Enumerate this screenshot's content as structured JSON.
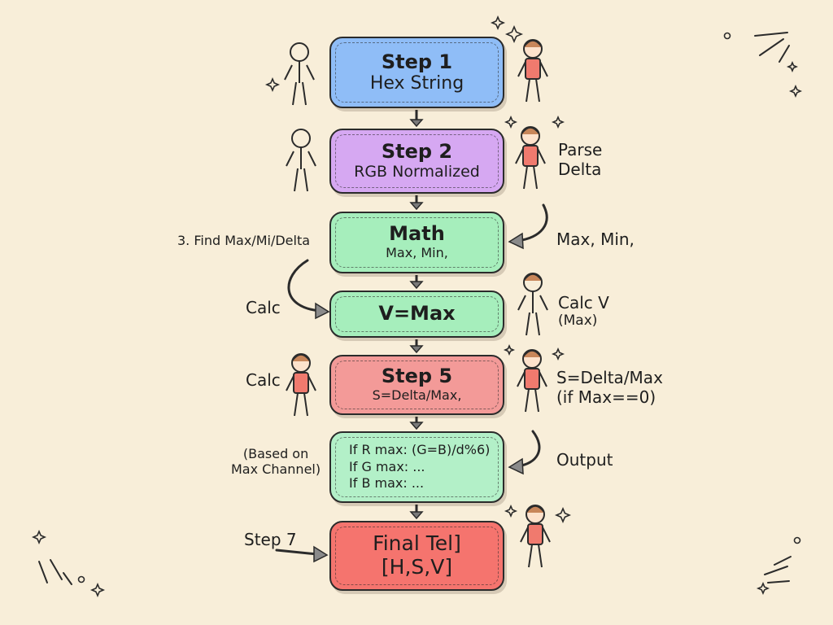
{
  "steps": [
    {
      "title": "Step 1",
      "subtitle": "Hex String",
      "color": "#8fbdf7"
    },
    {
      "title": "Step 2",
      "subtitle": "RGB Normalized",
      "color": "#d6a8f2"
    },
    {
      "title": "Math",
      "subtitle": "Max, Min,",
      "color": "#a6eebc"
    },
    {
      "title": "V=Max",
      "color": "#a6eebc"
    },
    {
      "title": "Step 5",
      "subtitle": "S=Delta/Max,",
      "color": "#f39a98"
    },
    {
      "lines": [
        "If R max: (G=B)/d%6)",
        "If G max: ...",
        "If B max: ..."
      ],
      "color": "#b3f0c8"
    },
    {
      "title": "Final Tel]",
      "subtitle": "[H,S,V]",
      "color": "#f5746e"
    }
  ],
  "annotations": {
    "parse_delta": [
      "Parse",
      "Delta"
    ],
    "find_max": "3. Find Max/Mi/Delta",
    "max_min": "Max, Min,",
    "calc_left_1": "Calc",
    "calc_v": [
      "Calc V",
      "(Max)"
    ],
    "calc_left_2": "Calc",
    "s_formula": [
      "S=Delta/Max",
      "(if Max==0)"
    ],
    "based_on": [
      "(Based on",
      "Max Channel)"
    ],
    "output": "Output",
    "step7": "Step 7"
  },
  "colors": {
    "background": "#f8eed9",
    "ink": "#2b2b2b",
    "figure_shirt": "#f07a6e",
    "figure_hair": "#c8865a"
  }
}
